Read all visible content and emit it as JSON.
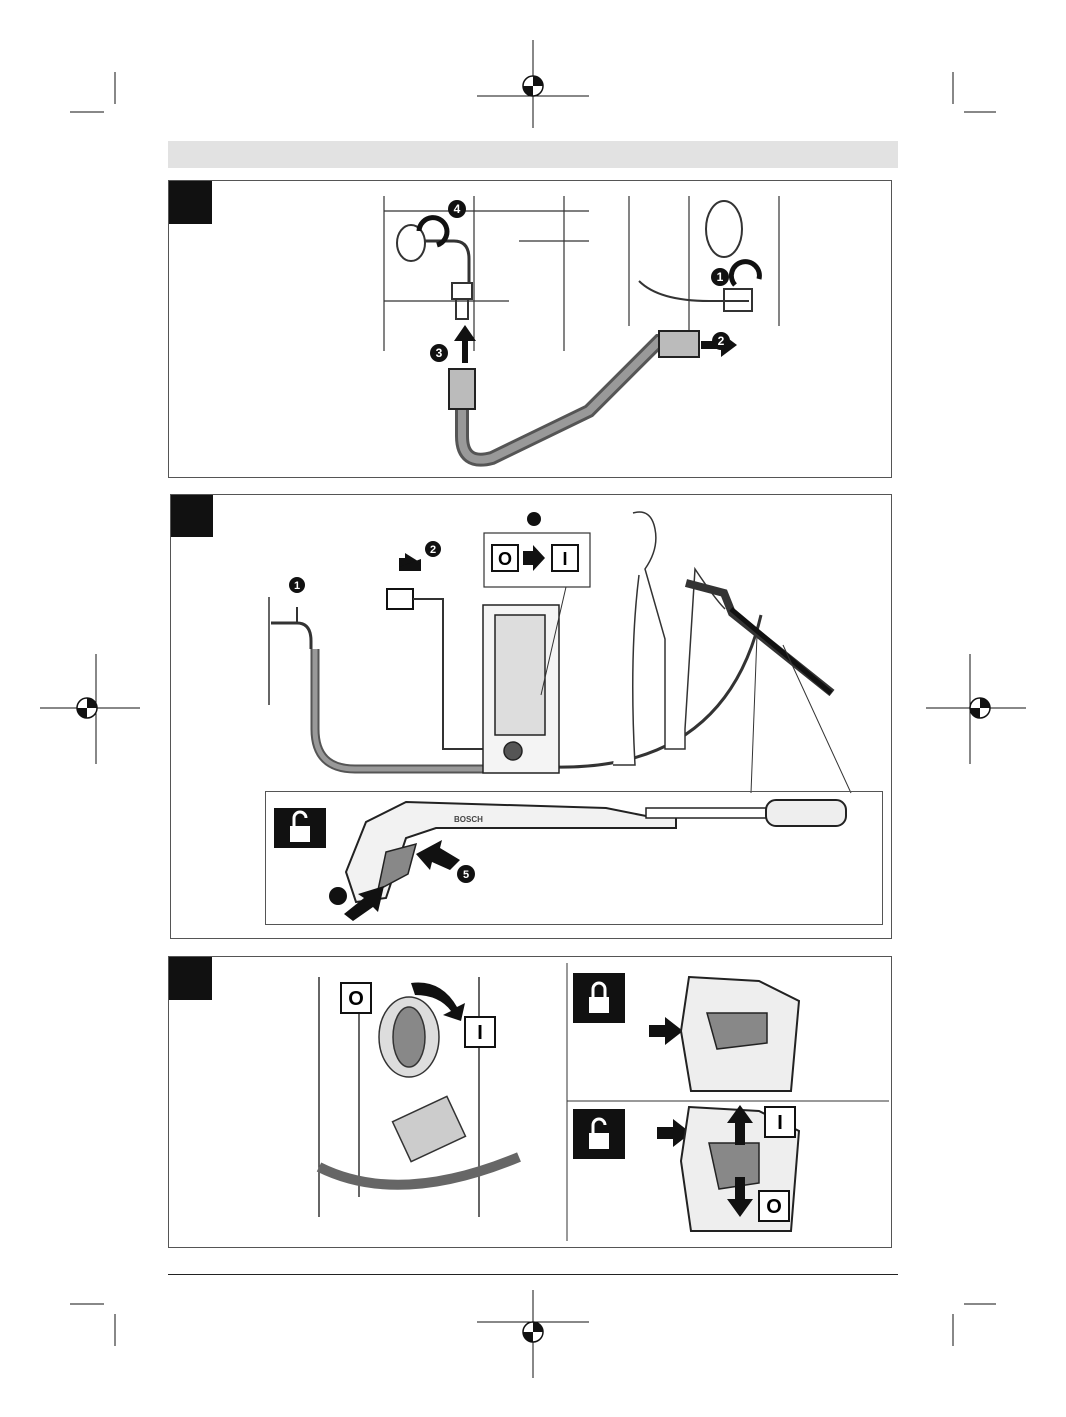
{
  "labels": {
    "step1": "1",
    "step2": "2",
    "step3": "3",
    "step4": "4",
    "step5": "5",
    "switch_off": "O",
    "switch_on": "I",
    "brand_on_gun": "BOSCH"
  },
  "icons": {
    "lock_closed": "lock-closed-icon",
    "lock_open": "lock-open-icon",
    "registration_mark": "registration-mark-icon"
  },
  "colors": {
    "panel_tab": "#111111",
    "header_band": "#e2e2e2",
    "line": "#222222",
    "hose": "#777777"
  }
}
